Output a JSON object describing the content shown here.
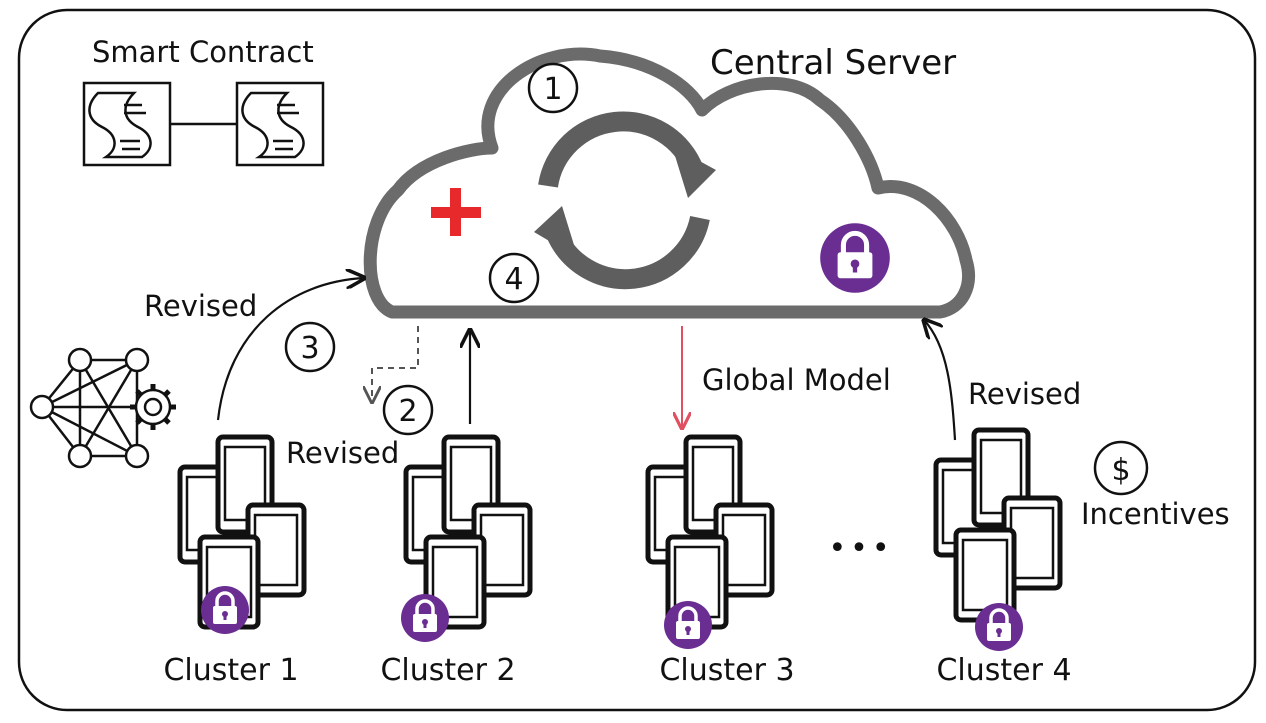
{
  "server_label": "Central Server",
  "smart_contract_label": "Smart Contract",
  "steps": {
    "s1": "1",
    "s2": "2",
    "s3": "3",
    "s4": "4"
  },
  "revised_labels": {
    "left_top": "Revised",
    "left_bottom": "Revised",
    "right": "Revised"
  },
  "global_model_label": "Global Model",
  "incentives": {
    "symbol": "$",
    "label": "Incentives"
  },
  "ellipsis": "•••",
  "clusters": [
    {
      "label": "Cluster 1"
    },
    {
      "label": "Cluster 2"
    },
    {
      "label": "Cluster 3"
    },
    {
      "label": "Cluster 4"
    }
  ],
  "colors": {
    "cloud_stroke": "#6b6b6b",
    "sync_arrows": "#5e5e5e",
    "plus": "#e8292b",
    "lock": "#6a2d91",
    "global_model_arrow": "#e05060"
  }
}
